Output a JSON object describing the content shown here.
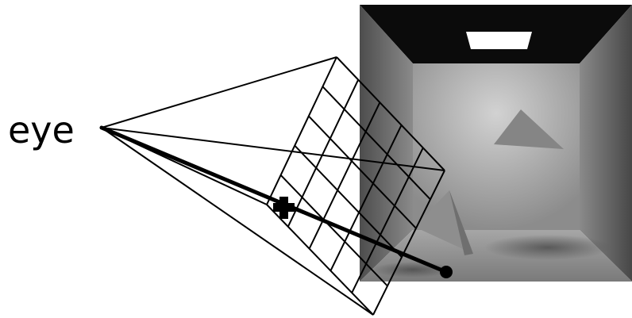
{
  "eye_label": "eye",
  "colors": {
    "background": "#ffffff",
    "ink": "#000000",
    "room_ceiling": "#0b0b0b",
    "room_back_wall": "#b9b9b9",
    "room_left_wall": "#6e6e6e",
    "room_right_wall": "#6a6a6a",
    "room_floor": "#8a8a8a",
    "light": "#ffffff",
    "pyramid": "#7d7d7d"
  },
  "image_plane": {
    "grid_rows": 5,
    "grid_cols": 5
  },
  "icons": {
    "pixel_marker": "cross-icon",
    "hit_point": "filled-circle-icon"
  }
}
